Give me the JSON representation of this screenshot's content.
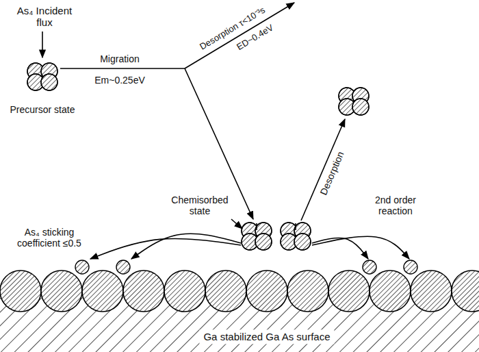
{
  "diagram": {
    "labels": [
      "As₄ Incident flux",
      "Precursor state",
      "Migration",
      "Em~0.25eV",
      "Desorption τ<10⁻³s",
      "ED~0.4eV",
      "Chemisorbed state",
      "Desorption",
      "2nd order reaction",
      "As₄ sticking coefficient ≤0.5",
      "Ga stabilized Ga As surface"
    ]
  }
}
